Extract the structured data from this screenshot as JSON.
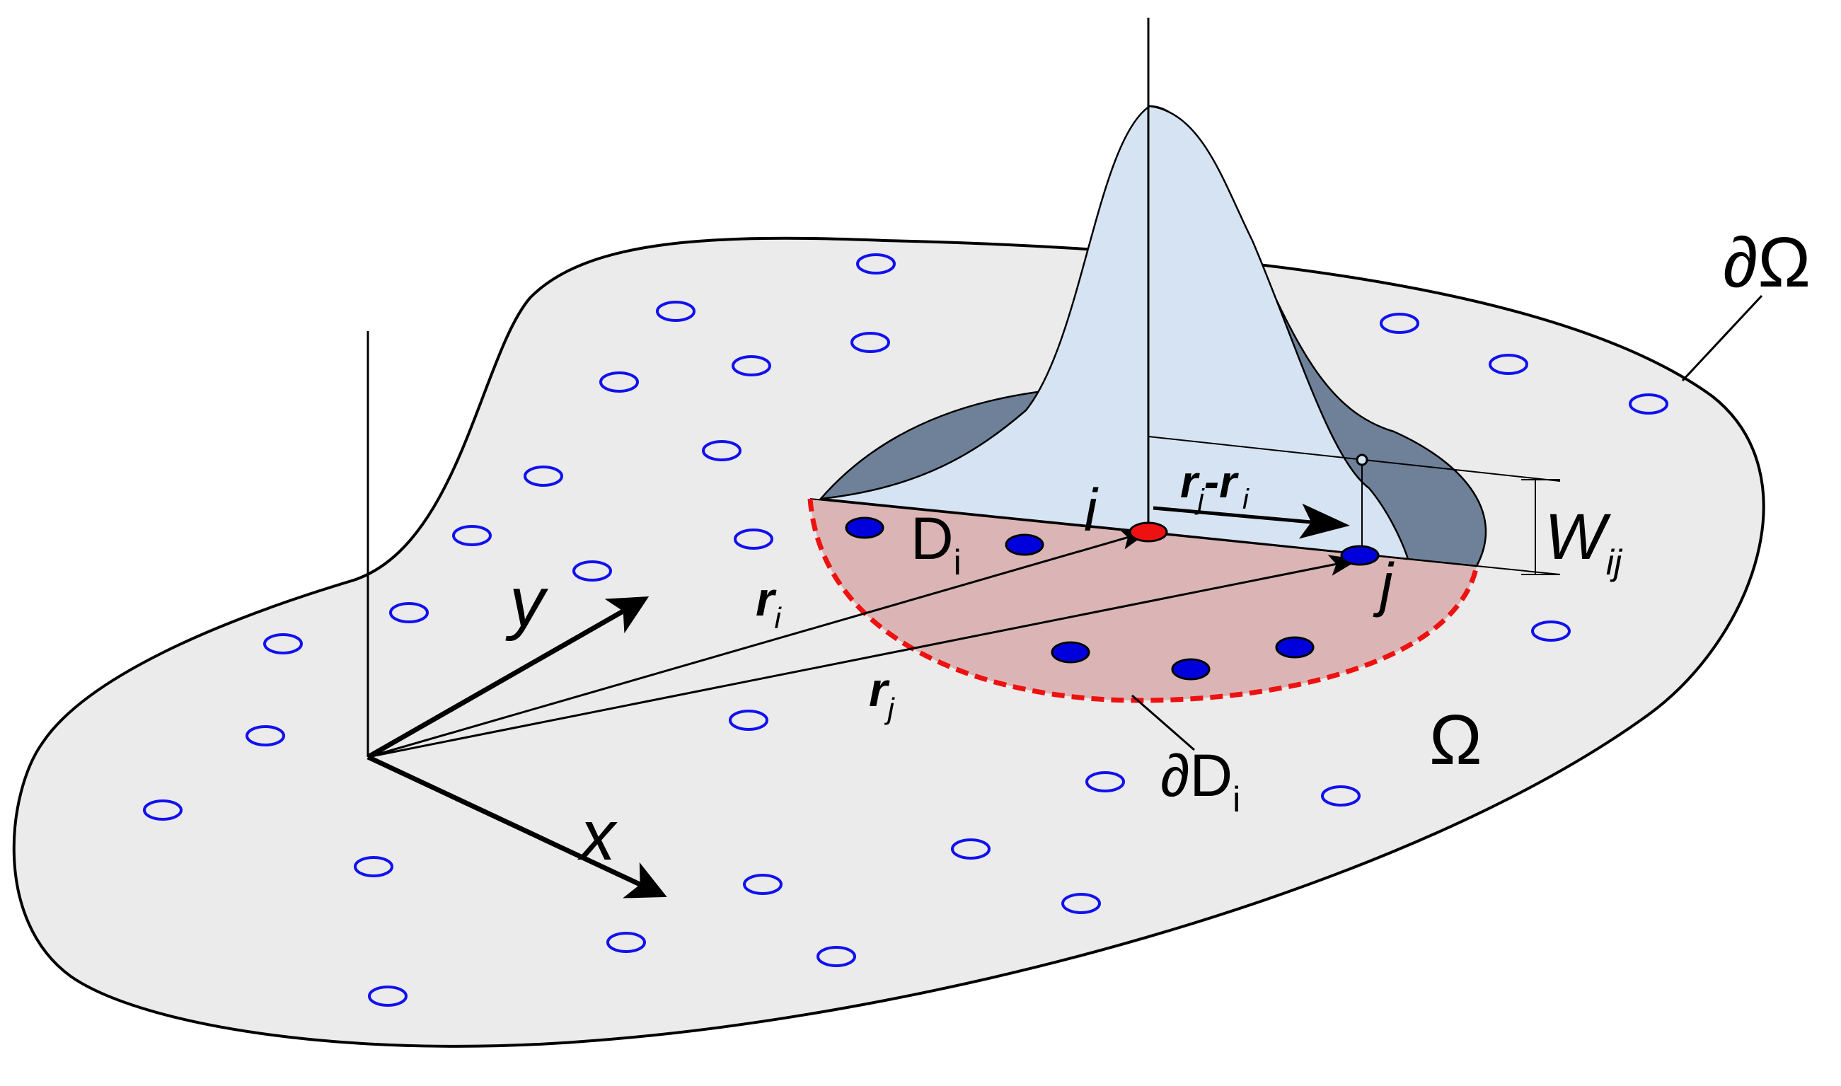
{
  "labels": {
    "boundary_omega": "∂Ω",
    "omega": "Ω",
    "neighborhood": "D",
    "neighborhood_sub": "i",
    "neighborhood_boundary_prefix": "∂D",
    "neighborhood_boundary_sub": "i",
    "particle_i": "i",
    "particle_j": "j",
    "vector_ri": "r",
    "vector_ri_sub": "i",
    "vector_rj": "r",
    "vector_rj_sub": "j",
    "diff_r1": "r",
    "diff_r1_sub": "j",
    "diff_minus": "-",
    "diff_r2": "r",
    "diff_r2_sub": "i",
    "weight": "W",
    "weight_sub": "ij",
    "axis_x": "x",
    "axis_y": "y"
  },
  "colors": {
    "domain_fill": "#ebebeb",
    "neighborhood_fill": "#dbb5b5",
    "neighborhood_boundary": "#ee1111",
    "kernel_front": "#d6e3f3",
    "kernel_back": "#6e8199",
    "empty_particle": "#1111ee",
    "filled_particle": "#0000dd",
    "center_particle": "#ee1111"
  }
}
